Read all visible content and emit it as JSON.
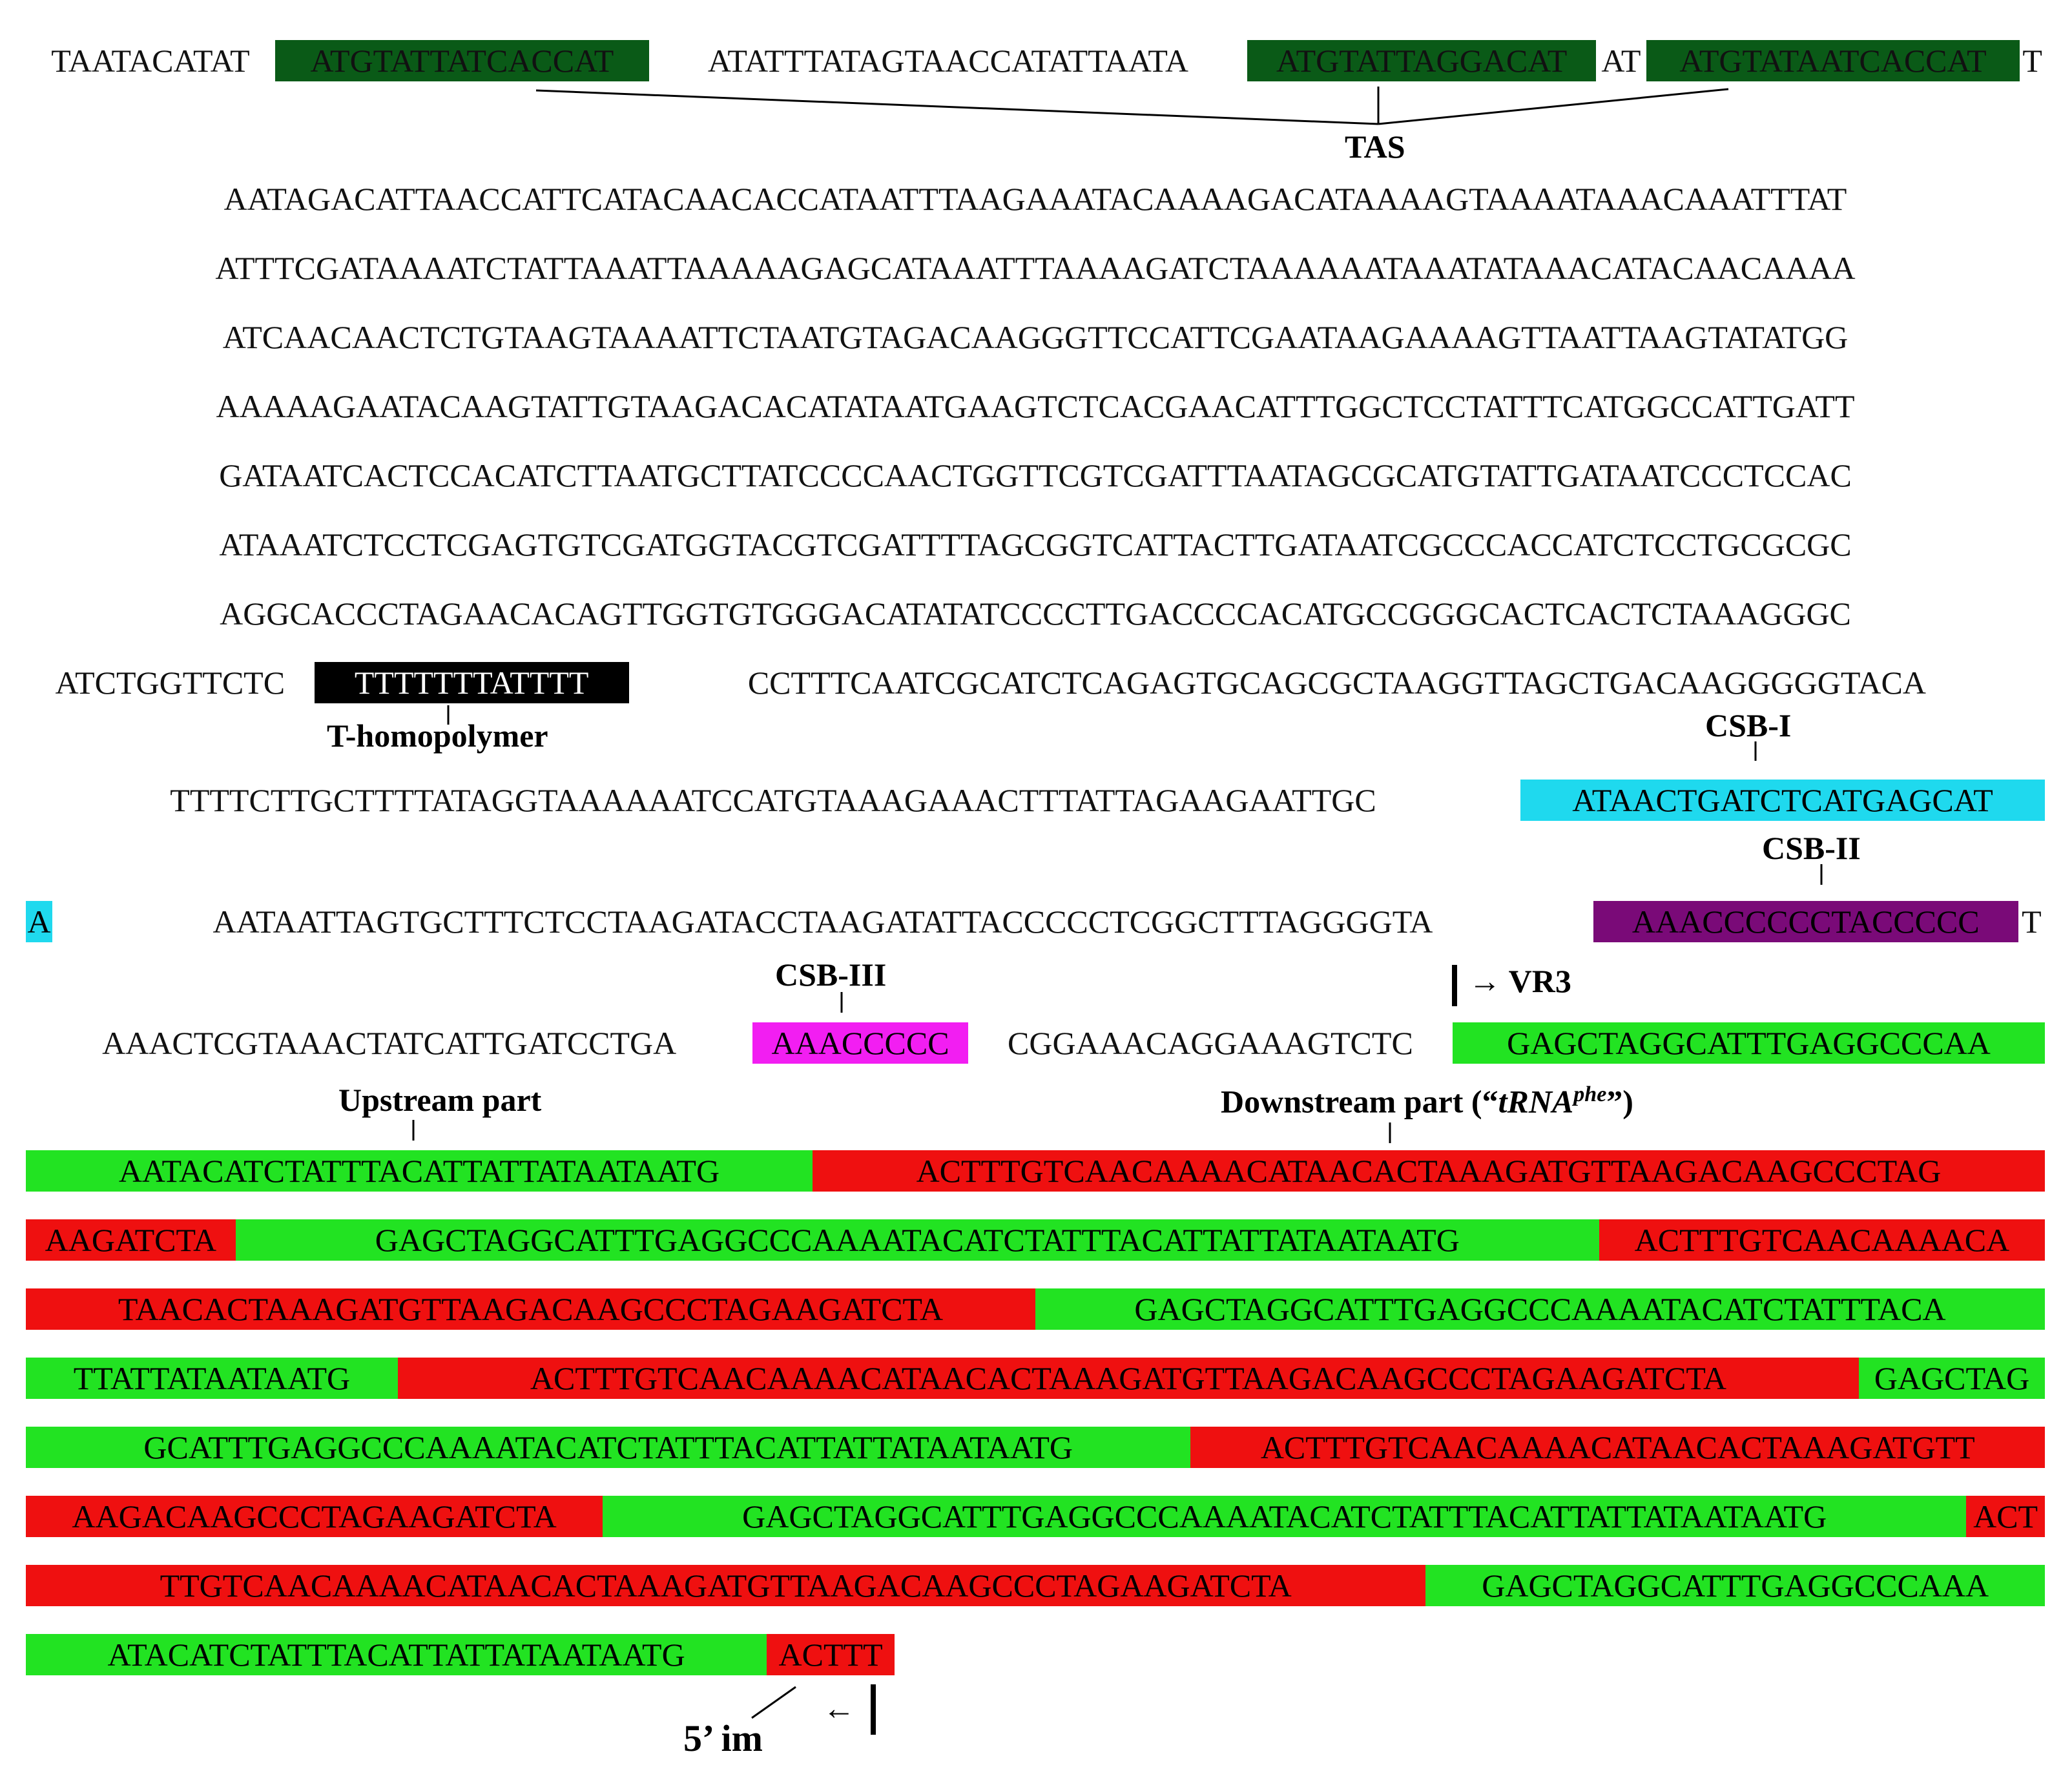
{
  "sequence_lines": [
    [
      {
        "t": "TAATACATAT"
      },
      {
        "t": "ATGTATTATCACCAT",
        "c": "tas"
      },
      {
        "t": "ATATTTATAGTAACCATATTAATA"
      },
      {
        "t": "ATGTATTAGGACAT",
        "c": "tas"
      },
      {
        "t": "AT"
      },
      {
        "t": "ATGTATAATCACCAT",
        "c": "tas"
      },
      {
        "t": "T"
      }
    ],
    [
      {
        "t": "AATAGACATTAACCATTCATACAACACCATAATTTAAGAAATACAAAAGACATAAAAGTAAAATAAACAAATTTAT"
      }
    ],
    [
      {
        "t": "ATTTCGATAAAATCTATTAAATTAAAAAGAGCATAAATTTAAAAGATCTAAAAAATAAATATAAACATACAACAAAA"
      }
    ],
    [
      {
        "t": "ATCAACAACTCTGTAAGTAAAATTCTAATGTAGACAAGGGTTCCATTCGAATAAGAAAAGTTAATTAAGTATATGG"
      }
    ],
    [
      {
        "t": "AAAAAGAATACAAGTATTGTAAGACACATATAATGAAGTCTCACGAACATTTGGCTCCTATTTCATGGCCATTGATT"
      }
    ],
    [
      {
        "t": "GATAATCACTCCACATCTTAATGCTTATCCCCAACTGGTTCGTCGATTTAATAGCGCATGTATTGATAATCCCTCCAC"
      }
    ],
    [
      {
        "t": "ATAAATCTCCTCGAGTGTCGATGGTACGTCGATTTTAGCGGTCATTACTTGATAATCGCCCACCATCTCCTGCGCGC"
      }
    ],
    [
      {
        "t": "AGGCACCCTAGAACACAGTTGGTGTGGGACATATATCCCCTTGACCCCACATGCCGGGCACTCACTCTAAAGGGC"
      }
    ],
    [
      {
        "t": "ATCTGGTTCTC"
      },
      {
        "t": "TTTTTTTATTTT",
        "c": "thom"
      },
      {
        "t": "CCTTTCAATCGCATCTCAGAGTGCAGCGCTAAGGTTAGCTGACAAGGGGGTACA"
      }
    ],
    [
      {
        "t": "TTTTCTTGCTTTTATAGGTAAAAAATCCATGTAAAGAAACTTTATTAGAAGAATTGC"
      },
      {
        "t": "ATAACTGATCTCATGAGCAT",
        "c": "csb1"
      }
    ],
    [
      {
        "t": "A",
        "c": "csb1"
      },
      {
        "t": "AATAATTAGTGCTTTCTCCTAAGATACCTAAGATATTACCCCCTCGGCTTTAGGGGTA"
      },
      {
        "t": "AAACCCCCCTACCCCC",
        "c": "csb2"
      },
      {
        "t": "T"
      }
    ],
    [
      {
        "t": "AAACTCGTAAACTATCATTGATCCTGA"
      },
      {
        "t": "AAACCCCC",
        "c": "csb3"
      },
      {
        "t": "CGGAAACAGGAAAGTCTC"
      },
      {
        "t": "GAGCTAGGCATTTGAGGCCCAA",
        "c": "green"
      }
    ],
    [
      {
        "t": "AATACATCTATTTACATTATTATAATAATG",
        "c": "green"
      },
      {
        "t": "ACTTTGTCAACAAAACATAACACTAAAGATGTTAAGACAAGCCCTAG",
        "c": "red"
      }
    ],
    [
      {
        "t": "AAGATCTA",
        "c": "red"
      },
      {
        "t": "GAGCTAGGCATTTGAGGCCCAAAATACATCTATTTACATTATTATAATAATG",
        "c": "green"
      },
      {
        "t": "ACTTTGTCAACAAAACA",
        "c": "red"
      }
    ],
    [
      {
        "t": "TAACACTAAAGATGTTAAGACAAGCCCTAGAAGATCTA",
        "c": "red"
      },
      {
        "t": "GAGCTAGGCATTTGAGGCCCAAAATACATCTATTTACA",
        "c": "green"
      }
    ],
    [
      {
        "t": "TTATTATAATAATG",
        "c": "green"
      },
      {
        "t": "ACTTTGTCAACAAAACATAACACTAAAGATGTTAAGACAAGCCCTAGAAGATCTA",
        "c": "red"
      },
      {
        "t": "GAGCTAG",
        "c": "green"
      }
    ],
    [
      {
        "t": "GCATTTGAGGCCCAAAATACATCTATTTACATTATTATAATAATG",
        "c": "green"
      },
      {
        "t": "ACTTTGTCAACAAAACATAACACTAAAGATGTT",
        "c": "red"
      }
    ],
    [
      {
        "t": "AAGACAAGCCCTAGAAGATCTA",
        "c": "red"
      },
      {
        "t": "GAGCTAGGCATTTGAGGCCCAAAATACATCTATTTACATTATTATAATAATG",
        "c": "green"
      },
      {
        "t": "ACT",
        "c": "red"
      }
    ],
    [
      {
        "t": "TTGTCAACAAAACATAACACTAAAGATGTTAAGACAAGCCCTAGAAGATCTA",
        "c": "red"
      },
      {
        "t": "GAGCTAGGCATTTGAGGCCCAAA",
        "c": "green"
      }
    ],
    [
      {
        "t": "ATACATCTATTTACATTATTATAATAATG",
        "c": "green"
      },
      {
        "t": "ACTTT",
        "c": "red"
      }
    ]
  ],
  "labels": {
    "tas": "TAS",
    "t_homopolymer": "T-homopolymer",
    "csb1": "CSB-I",
    "csb2": "CSB-II",
    "csb3": "CSB-III",
    "vr3": "→ VR3",
    "upstream": "Upstream part",
    "downstream_prefix": "Downstream part (“",
    "downstream_trna": "tRNA",
    "downstream_sup": "phe",
    "downstream_suffix": "”)",
    "im": "5’ im",
    "im_arrow": "←"
  },
  "colors": {
    "tas": "#0a5a17",
    "thom": "#000000",
    "csb1": "#1fd9ee",
    "csb2": "#7a0a78",
    "csb3": "#f21ef2",
    "green": "#22e322",
    "red": "#ef1010"
  }
}
